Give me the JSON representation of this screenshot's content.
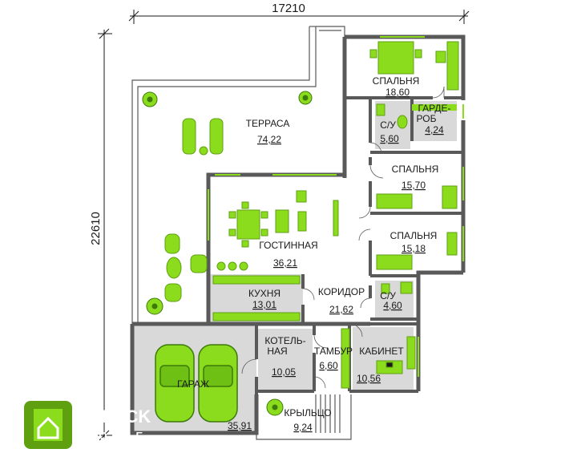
{
  "colors": {
    "wall": "#595959",
    "accent": "#8cdc1e",
    "accent_dark": "#5ea010",
    "floor_gray": "#d9d9d9",
    "floor_white": "#ffffff"
  },
  "dimensions": {
    "width": "17210",
    "depth": "22610"
  },
  "rooms": {
    "terrace": {
      "name": "ТЕРРАСА",
      "area": "74,22"
    },
    "living": {
      "name": "ГОСТИННАЯ",
      "area": "36,21"
    },
    "kitchen": {
      "name": "КУХНЯ",
      "area": "13,01"
    },
    "corridor": {
      "name": "КОРИДОР",
      "area": "21,62"
    },
    "bedroom1": {
      "name": "СПАЛЬНЯ",
      "area": "18,60"
    },
    "wardrobe": {
      "name_line1": "ГАРДЕ-",
      "name_line2": "РОБ",
      "area": "4,24"
    },
    "bath1": {
      "name": "С/У",
      "area": "5,60"
    },
    "bedroom2": {
      "name": "СПАЛЬНЯ",
      "area": "15,70"
    },
    "bedroom3": {
      "name": "СПАЛЬНЯ",
      "area": "15,18"
    },
    "bath2": {
      "name": "С/У",
      "area": "4,60"
    },
    "boiler": {
      "name_line1": "КОТЕЛЬ-",
      "name_line2": "НАЯ",
      "area": "10,05"
    },
    "vestibule": {
      "name": "ТАМБУР",
      "area": "6,60"
    },
    "office": {
      "name": "КАБИНЕТ",
      "area": "10,56"
    },
    "garage": {
      "name": "ГАРАЖ",
      "area": "35,91"
    },
    "porch": {
      "name": "КРЫЛЬЦО",
      "area": "9,24"
    }
  },
  "logo": {
    "word": "BLOCK",
    "sub": "HOUSE",
    "icon": "house-icon"
  }
}
